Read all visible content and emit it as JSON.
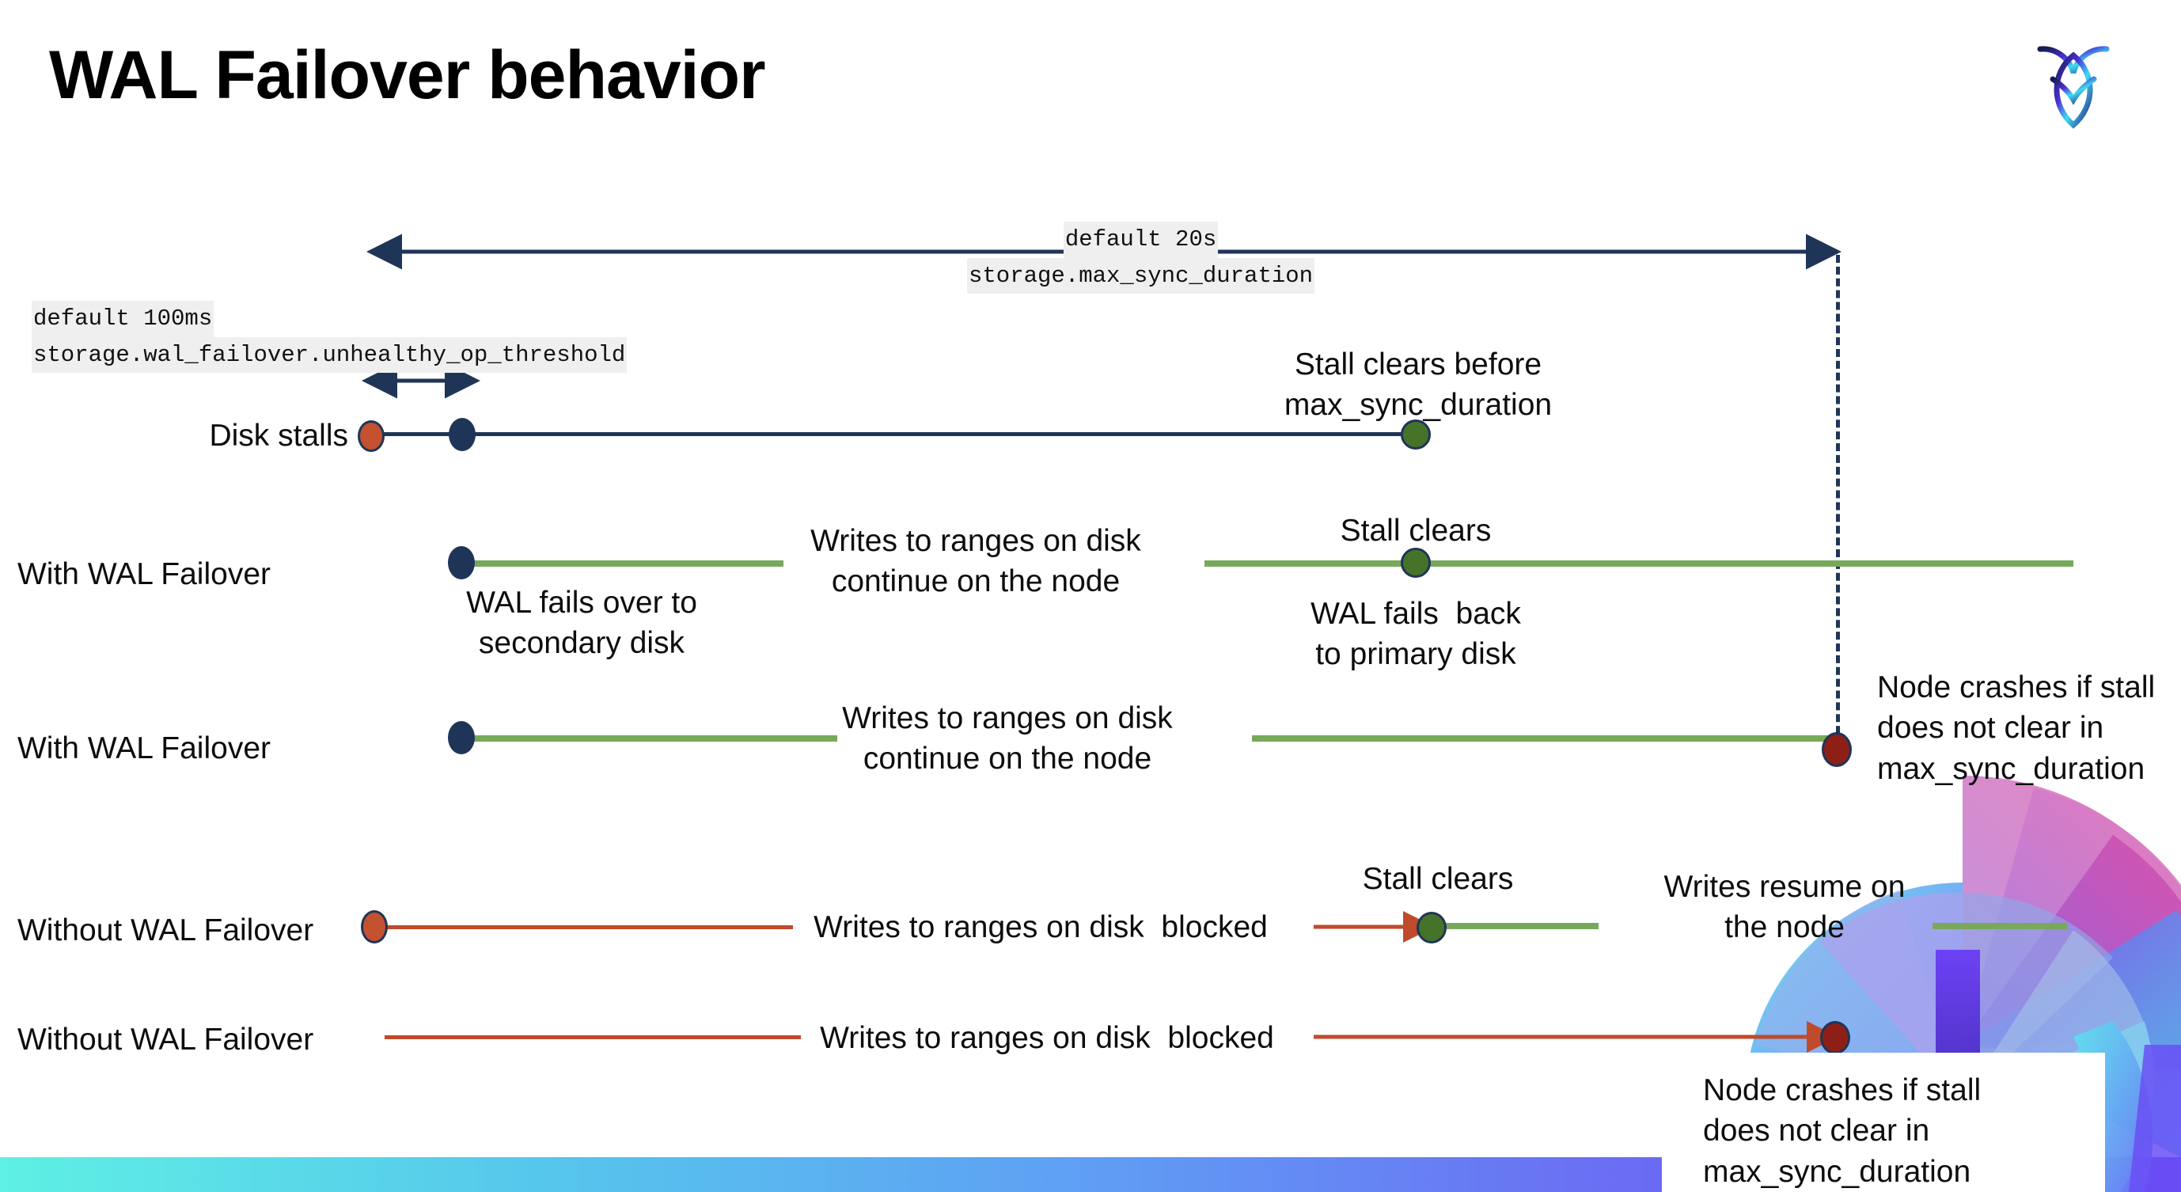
{
  "slide": {
    "title": "WAL Failover behavior",
    "logo_name": "cockroachdb-logo"
  },
  "settings": {
    "max_sync": {
      "default_line": "default 20s",
      "name_line": "storage.max_sync_duration"
    },
    "unhealthy_op": {
      "default_line": "default 100ms",
      "name_line": "storage.wal_failover.unhealthy_op_threshold"
    }
  },
  "rows": {
    "disk_stalls": {
      "label": "Disk stalls",
      "stall_clears": "Stall clears before\nmax_sync_duration"
    },
    "with_failover_1": {
      "label": "With WAL Failover",
      "mid_note": "Writes to ranges on disk\ncontinue on the node",
      "start_note": "WAL fails over to\nsecondary disk",
      "clear_note": "Stall clears",
      "back_note": "WAL fails  back\nto primary disk"
    },
    "with_failover_2": {
      "label": "With WAL Failover",
      "mid_note": "Writes to ranges on disk\ncontinue on the node",
      "crash_note": "Node crashes if stall\ndoes not clear in\nmax_sync_duration"
    },
    "without_failover_1": {
      "label": "Without WAL Failover",
      "mid_note": "Writes to ranges on disk  blocked",
      "clear_note": "Stall clears",
      "resume_note": "Writes resume on\nthe node"
    },
    "without_failover_2": {
      "label": "Without WAL Failover",
      "mid_note": "Writes to ranges on disk  blocked",
      "crash_note": "Node crashes if stall\ndoes not clear in\nmax_sync_duration"
    }
  },
  "colors": {
    "navy": "#1f3558",
    "green_line": "#78a95b",
    "green_dot": "#46732a",
    "red_line": "#bf4b2c",
    "red_dot": "#c4512f",
    "dark_red_dot": "#8e1f17",
    "callout_bg": "#efefef",
    "bar_start": "#5ef0e4",
    "bar_end": "#6a3cf5"
  }
}
